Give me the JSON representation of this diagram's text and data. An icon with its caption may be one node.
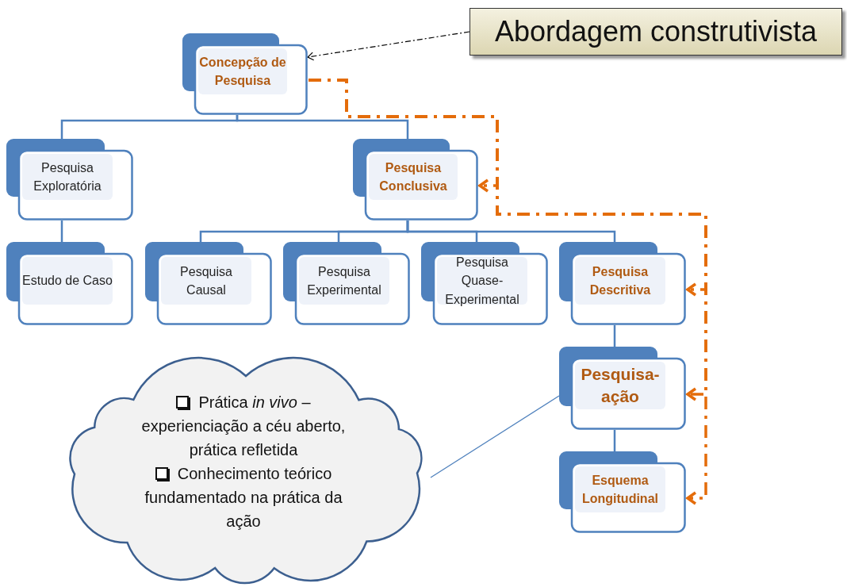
{
  "diagram": {
    "nodes": [
      {
        "text": [
          "Abordagem construtivista"
        ]
      },
      {
        "text": [
          "Concepção de Pesquisa"
        ]
      },
      {
        "text": [
          "Pesquisa Exploratória"
        ]
      },
      {
        "text": [
          "Pesquisa Conclusiva"
        ]
      },
      {
        "text": [
          "Estudo de Caso"
        ]
      },
      {
        "text": [
          "Pesquisa Causal"
        ]
      },
      {
        "text": [
          "Pesquisa Experimental"
        ]
      },
      {
        "text": [
          "Pesquisa Quase-Experimental"
        ]
      },
      {
        "text": [
          "Pesquisa Descritiva"
        ]
      },
      {
        "text": [
          "Pesquisa-ação"
        ]
      },
      {
        "text": [
          "Esquema Longitudinal"
        ]
      },
      {
        "text": [
          "Prática *in vivo* – experienciação a céu aberto, prática refletida",
          "Conhecimento teórico fundamentado na prática da ação"
        ]
      }
    ],
    "edges": [
      {
        "from": 0,
        "to": 1,
        "arrow": "to",
        "style": "dashed",
        "color": "#000000"
      },
      {
        "from": 1,
        "to": 2,
        "arrow": "none"
      },
      {
        "from": 1,
        "to": 3,
        "arrow": "none"
      },
      {
        "from": 2,
        "to": 4,
        "arrow": "none"
      },
      {
        "from": 3,
        "to": 5,
        "arrow": "none"
      },
      {
        "from": 3,
        "to": 6,
        "arrow": "none"
      },
      {
        "from": 3,
        "to": 7,
        "arrow": "none"
      },
      {
        "from": 3,
        "to": 8,
        "arrow": "none"
      },
      {
        "from": 8,
        "to": 9,
        "arrow": "none"
      },
      {
        "from": 9,
        "to": 10,
        "arrow": "none"
      },
      {
        "from": 1,
        "to": 3,
        "arrow": "to",
        "style": "dashed",
        "color": "#e46c0a"
      },
      {
        "from": 1,
        "to": 8,
        "arrow": "to",
        "style": "dashed",
        "color": "#e46c0a"
      },
      {
        "from": 1,
        "to": 9,
        "arrow": "to",
        "style": "dashed",
        "color": "#e46c0a"
      },
      {
        "from": 1,
        "to": 10,
        "arrow": "to",
        "style": "dashed",
        "color": "#e46c0a"
      },
      {
        "from": 11,
        "to": 9,
        "arrow": "none"
      }
    ]
  }
}
